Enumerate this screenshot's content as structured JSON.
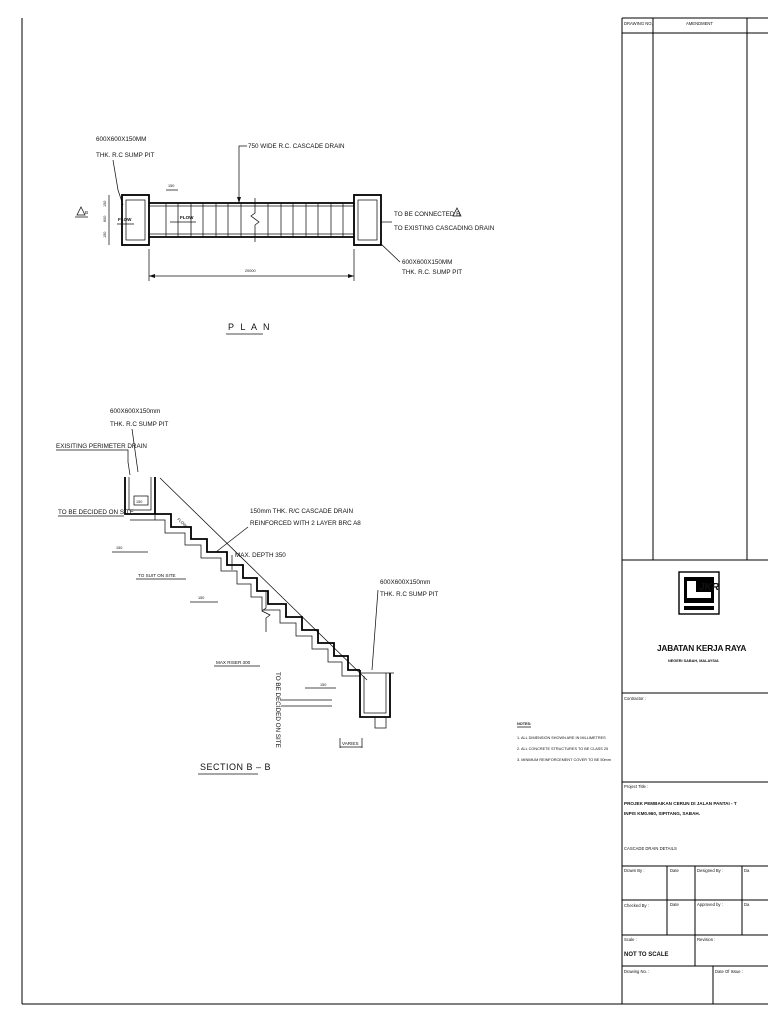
{
  "title_block": {
    "drawing_no_header": "DRAWING NO.",
    "amendment_header": "AMENDMENT",
    "logo_text": "JKR",
    "organisation": "JABATAN KERJA RAYA",
    "organisation_sub": "NEGERI SABAH, MALAYSIA",
    "contractor_label": "Contractor :",
    "project_title_label": "Project Title :",
    "project_title_line1": "PROJEK PEMBAIKAN CERUN DI JALAN PANTAI - T",
    "project_title_line2": "INPIS KM0.960, SIPITANG, SABAH.",
    "drawing_title": "CASCADE DRAIN DETAILS",
    "drawn_by_label": "Drawn By :",
    "date_label_1": "Date",
    "designed_by_label": "Designed By :",
    "date_label_2": "Da",
    "checked_by_label": "Checked By :",
    "date_label_3": "Date",
    "approved_by_label": "Approved by :",
    "date_label_4": "Da",
    "scale_label": "Scale :",
    "scale_value": "NOT TO SCALE",
    "revision_label": "Revision :",
    "drawing_no_label": "Drawing No. :",
    "date_of_issue_label": "Date Of Issue :"
  },
  "plan": {
    "title": "P L A N",
    "sump_left_1": "600X600X150MM",
    "sump_left_2": "THK. R.C SUMP PIT",
    "drain_label": "750 WIDE R.C. CASCADE DRAIN",
    "dim_150": "150",
    "dim_150b": "150",
    "dim_600": "600",
    "dim_150c": "150",
    "flow_1": "FLOW",
    "flow_2": "FLOW",
    "section_marker": "B",
    "connect_1": "TO BE CONNECTED B",
    "connect_2": "TO EXISTING CASCADING DRAIN",
    "sump_right_1": "600X600X150MM",
    "sump_right_2": "THK. R.C. SUMP PIT",
    "length": "20000"
  },
  "section": {
    "title": "SECTION B – B",
    "sump_top_1": "600X600X150mm",
    "sump_top_2": "THK. R.C SUMP PIT",
    "existing_drain": "EXISITING PERIMETER DRAIN",
    "to_be_decided_1": "TO BE DECIDED ON SITE",
    "drain_spec_1": "150mm THK. R/C CASCADE DRAIN",
    "drain_spec_2": "REINFORCED WITH 2 LAYER BRC A8",
    "max_depth": "MAX. DEPTH 350",
    "flow": "FLOW",
    "dim_150_a": "150",
    "to_suit_site": "TO SUIT ON SITE",
    "dim_150_b": "150",
    "sump_bottom_1": "600X600X150mm",
    "sump_bottom_2": "THK. R.C SUMP PIT",
    "max_riser": "MAX RISER 300",
    "vertical_text": "TO BE DECIDED ON SITE",
    "varies": "VARIES",
    "dim_150_c": "150",
    "dim_small": "150"
  },
  "notes": {
    "heading": "NOTES:",
    "items": [
      "1. ALL DIMENSION SHOWN ARE IN MILLIMETRES",
      "2. ALL CONCRETE STRUCTURES TO BE CLASS 25",
      "3. MINIMUM REINFORCEMENT COVER TO BE 50mm"
    ]
  }
}
